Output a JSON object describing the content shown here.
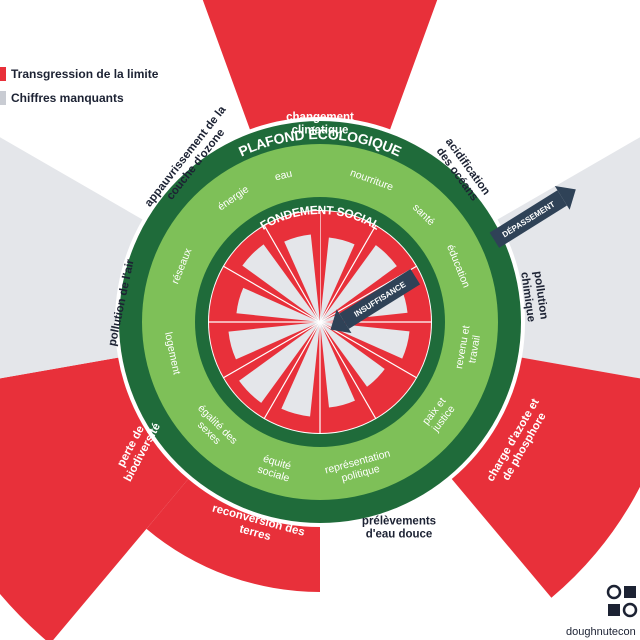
{
  "legend": {
    "overshoot_label": "Transgression de la limite",
    "missing_label": "Chiffres manquants"
  },
  "rings": {
    "ceiling_title": "PLAFOND ÉCOLOGIQUE",
    "foundation_title": "FONDEMENT SOCIAL"
  },
  "arrows": {
    "overshoot": "DÉPASSEMENT",
    "shortfall": "INSUFFISANCE"
  },
  "planetary_boundaries": [
    {
      "label": "changement climatique",
      "status": "overshoot"
    },
    {
      "label": "acidification des océans",
      "status": "within"
    },
    {
      "label": "pollution chimique",
      "status": "missing"
    },
    {
      "label": "charge d'azote et de phosphore",
      "status": "overshoot"
    },
    {
      "label": "prélèvements d'eau douce",
      "status": "within"
    },
    {
      "label": "reconversion des terres",
      "status": "overshoot"
    },
    {
      "label": "perte de biodiversité",
      "status": "overshoot"
    },
    {
      "label": "pollution de l'air",
      "status": "missing"
    },
    {
      "label": "appauvrissement de la couche d'ozone",
      "status": "within"
    }
  ],
  "social_foundation": [
    "eau",
    "nourriture",
    "santé",
    "éducation",
    "revenu et travail",
    "paix et justice",
    "représentation politique",
    "équité sociale",
    "égalité des sexes",
    "logement",
    "réseaux",
    "énergie"
  ],
  "branding": {
    "site": "doughnutecon"
  },
  "colors": {
    "overshoot": "#e8303a",
    "missing": "#e4e6ea",
    "ring_dark": "#1f6b3a",
    "ring_light": "#7ec058",
    "arrow": "#2f4257",
    "text": "#1c2233"
  }
}
